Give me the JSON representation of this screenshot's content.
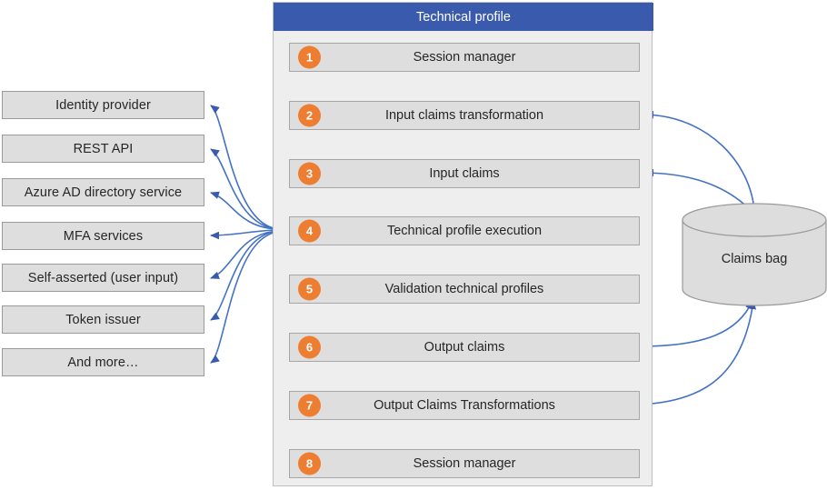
{
  "panel": {
    "title": "Technical profile",
    "header_color": "#3A5BAD",
    "background_color": "#EEEEEE",
    "steps": [
      {
        "num": "1",
        "label": "Session manager"
      },
      {
        "num": "2",
        "label": "Input claims transformation"
      },
      {
        "num": "3",
        "label": "Input claims"
      },
      {
        "num": "4",
        "label": "Technical profile execution"
      },
      {
        "num": "5",
        "label": "Validation technical profiles"
      },
      {
        "num": "6",
        "label": "Output claims"
      },
      {
        "num": "7",
        "label": "Output Claims Transformations"
      },
      {
        "num": "8",
        "label": "Session manager"
      }
    ],
    "step_badge_color": "#ED7D31",
    "step_box_color": "#DEDEDE"
  },
  "sources": {
    "items": [
      {
        "label": "Identity provider"
      },
      {
        "label": "REST API"
      },
      {
        "label": "Azure AD directory service"
      },
      {
        "label": "MFA services"
      },
      {
        "label": "Self-asserted (user input)"
      },
      {
        "label": "Token issuer"
      },
      {
        "label": "And more…"
      }
    ],
    "box_color": "#DEDEDE"
  },
  "store": {
    "label": "Claims bag",
    "fill_color": "#DDDDDD",
    "stroke_color": "#9A9A9A"
  },
  "connectors": {
    "arrow_color": "#3A5BAD",
    "curve_color": "#4472C4"
  }
}
